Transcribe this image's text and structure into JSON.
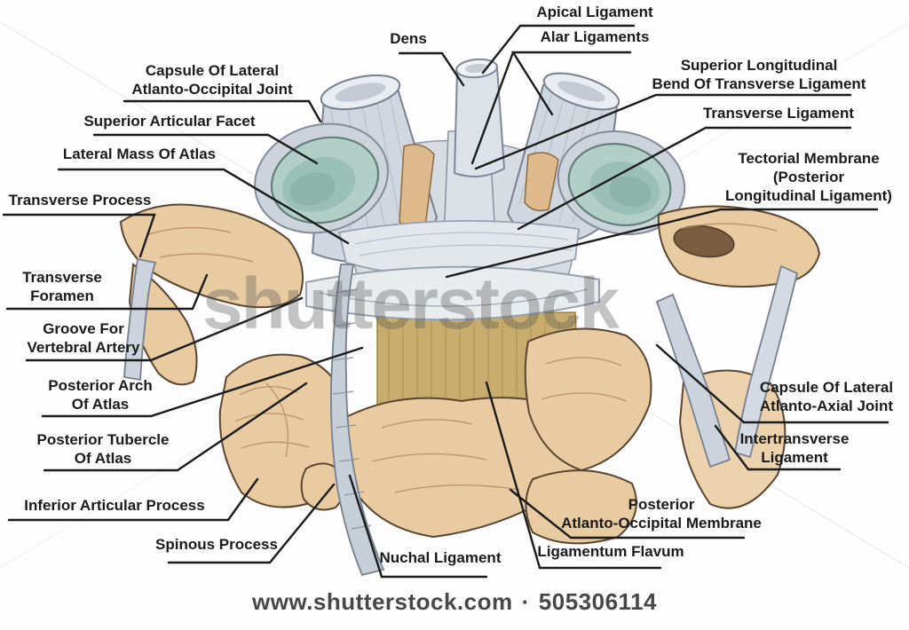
{
  "watermark": {
    "text": "shutterstock"
  },
  "footer": {
    "url": "www.shutterstock.com",
    "separator": "·",
    "image_id": "505306114"
  },
  "diagram": {
    "subject": "Cervical spine ligaments of atlas and axis, posterior view",
    "colors": {
      "bone": "#e8cba1",
      "bone_outline": "#5a4630",
      "ligament_gray": "#ccd3db",
      "articular_facet_teal": "#a9c8c0",
      "ligamentum_flavum_tan": "#c7ac6e",
      "label_text": "#1b1b1b"
    },
    "labels": [
      {
        "id": "dens",
        "lines": [
          "Dens"
        ]
      },
      {
        "id": "apical-ligament",
        "lines": [
          "Apical Ligament"
        ]
      },
      {
        "id": "alar-ligaments",
        "lines": [
          "Alar Ligaments"
        ]
      },
      {
        "id": "capsule-of-lateral-atlanto-occipital-joint",
        "lines": [
          "Capsule Of Lateral",
          "Atlanto-Occipital Joint"
        ]
      },
      {
        "id": "superior-longitudinal-bend-of-transverse-ligament",
        "lines": [
          "Superior Longitudinal",
          "Bend Of Transverse Ligament"
        ]
      },
      {
        "id": "superior-articular-facet",
        "lines": [
          "Superior Articular Facet"
        ]
      },
      {
        "id": "transverse-ligament",
        "lines": [
          "Transverse Ligament"
        ]
      },
      {
        "id": "lateral-mass-of-atlas",
        "lines": [
          "Lateral Mass Of Atlas"
        ]
      },
      {
        "id": "tectorial-membrane",
        "lines": [
          "Tectorial Membrane",
          "(Posterior",
          "Longitudinal Ligament)"
        ]
      },
      {
        "id": "transverse-process",
        "lines": [
          "Transverse Process"
        ]
      },
      {
        "id": "transverse-foramen",
        "lines": [
          "Transverse",
          "Foramen"
        ]
      },
      {
        "id": "groove-for-vertebral-artery",
        "lines": [
          "Groove For",
          "Vertebral Artery"
        ]
      },
      {
        "id": "posterior-arch-of-atlas",
        "lines": [
          "Posterior Arch",
          "Of Atlas"
        ]
      },
      {
        "id": "capsule-of-lateral-atlanto-axial-joint",
        "lines": [
          "Capsule Of Lateral",
          "Atlanto-Axial Joint"
        ]
      },
      {
        "id": "posterior-tubercle-of-atlas",
        "lines": [
          "Posterior Tubercle",
          "Of Atlas"
        ]
      },
      {
        "id": "intertransverse-ligament",
        "lines": [
          "Intertransverse",
          "Ligament"
        ]
      },
      {
        "id": "inferior-articular-process",
        "lines": [
          "Inferior Articular Process"
        ]
      },
      {
        "id": "posterior-atlanto-occipital-membrane",
        "lines": [
          "Posterior",
          "Atlanto-Occipital Membrane"
        ]
      },
      {
        "id": "spinous-process",
        "lines": [
          "Spinous Process"
        ]
      },
      {
        "id": "nuchal-ligament",
        "lines": [
          "Nuchal Ligament"
        ]
      },
      {
        "id": "ligamentum-flavum",
        "lines": [
          "Ligamentum Flavum"
        ]
      }
    ]
  }
}
